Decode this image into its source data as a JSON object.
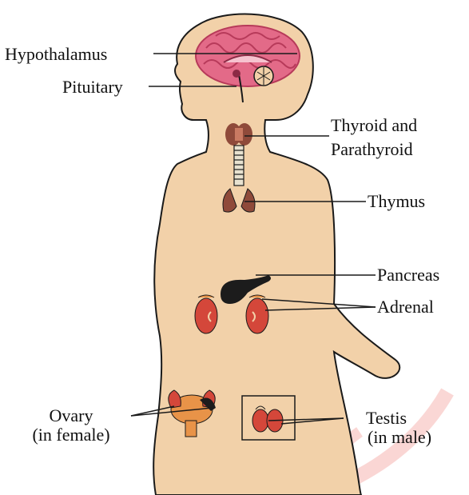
{
  "labels": {
    "hypothalamus": "Hypothalamus",
    "pituitary": "Pituitary",
    "thyroid_line1": "Thyroid and",
    "thyroid_line2": "Parathyroid",
    "thymus": "Thymus",
    "pancreas": "Pancreas",
    "adrenal": "Adrenal",
    "ovary_line1": "Ovary",
    "ovary_line2": "(in female)",
    "testis_line1": "Testis",
    "testis_line2": "(in male)"
  },
  "colors": {
    "skin": "#f2d1a9",
    "outline": "#1a1a1a",
    "brain": "#e36a88",
    "brain_dark": "#b73a5a",
    "organ_red": "#d4473a",
    "organ_orange": "#e89348",
    "pancreas": "#1c1c1c",
    "thyroid": "#8f4a3a",
    "watermark": "#f28b87"
  }
}
